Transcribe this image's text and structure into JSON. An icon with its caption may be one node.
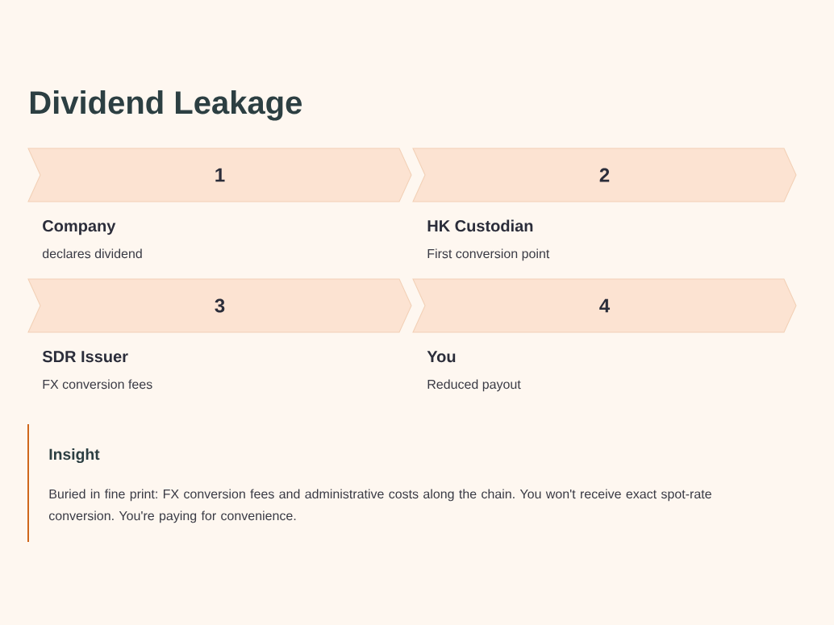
{
  "diagram": {
    "title": "Dividend Leakage",
    "nodes": [
      {
        "text": [
          "1"
        ],
        "beside": [
          "Company",
          "declares dividend"
        ]
      },
      {
        "text": [
          "2"
        ],
        "beside": [
          "HK Custodian",
          "First conversion point"
        ]
      },
      {
        "text": [
          "3"
        ],
        "beside": [
          "SDR Issuer",
          "FX conversion fees"
        ]
      },
      {
        "text": [
          "4"
        ],
        "beside": [
          "You",
          "Reduced payout"
        ]
      },
      {
        "text": [
          "Insight",
          "Buried in fine print: FX conversion fees and administrative costs along the chain. You won't receive exact spot-rate conversion. You're paying for convenience."
        ]
      }
    ]
  }
}
